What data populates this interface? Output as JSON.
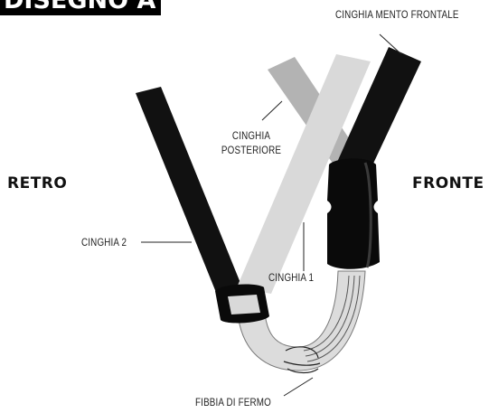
{
  "title": "DISEGNO A",
  "sides": {
    "back": "RETRO",
    "front": "FRONTE"
  },
  "labels": {
    "front_chin_strap": "CINGHIA MENTO FRONTALE",
    "rear_strap_line1": "CINGHIA",
    "rear_strap_line2": "POSTERIORE",
    "strap_2": "CINGHIA 2",
    "strap_1": "CINGHIA 1",
    "retaining_buckle": "FIBBIA DI FERMO"
  },
  "colors": {
    "black_strap": "#111111",
    "light_strap": "#d9d9d9",
    "mid_strap": "#b3b3b3",
    "title_bg": "#000000"
  }
}
